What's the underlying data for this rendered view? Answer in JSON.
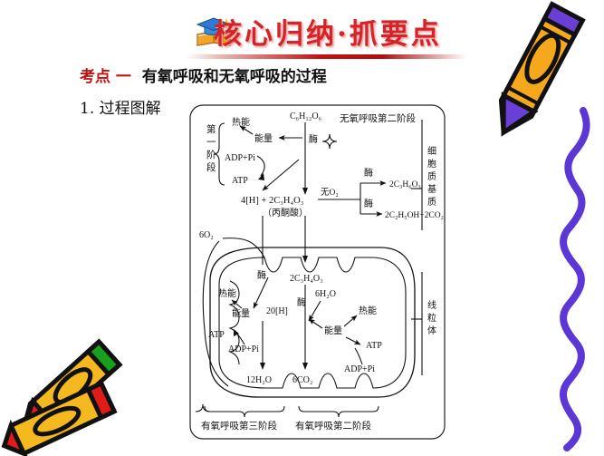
{
  "banner": {
    "title": "核心归纳·抓要点",
    "icon": "graduation-cap-book-icon",
    "title_color": "#d3242a",
    "rule_color": "#c0120f"
  },
  "heading": {
    "label": "考点",
    "number": "一",
    "text": "有氧呼吸和无氧呼吸的过程",
    "label_color": "#c0110e",
    "text_color": "#111111"
  },
  "subheading": "1. 过程图解",
  "figure": {
    "title": "respiration-process-diagram",
    "stage_labels": {
      "first_stage": "第一阶段",
      "anaerobic_second_stage": "无氧呼吸第二阶段",
      "cytoplasm": "细胞质基质",
      "mitochondrion": "线粒体",
      "aerobic_third_stage": "有氧呼吸第三阶段",
      "aerobic_second_stage": "有氧呼吸第二阶段"
    },
    "glycolysis": {
      "substrate": "C₆H₁₂O₆",
      "enzyme": "酶",
      "heat": "热能",
      "energy": "能量",
      "adp": "ADP+Pi",
      "atp": "ATP",
      "products": "4[H] + 2C₃H₄O₃",
      "products_note": "（丙酮酸）"
    },
    "anaerobic": {
      "condition": "无O₂",
      "enzyme_top": "酶",
      "enzyme_bottom": "酶",
      "product_lactate": "2C₃H₆O₃",
      "product_ethanol": "2C₂H₅OH+2CO₂"
    },
    "mitochondria": {
      "oxygen_in": "6O₂",
      "pyruvate_in": "2C₃H₄O₃",
      "enzyme_left": "酶",
      "enzyme_right": "酶",
      "water_in": "6H₂O",
      "reduced_h": "20[H]",
      "water_out": "12H₂O",
      "co2_out": "6CO₂",
      "left_heat": "热能",
      "left_energy": "能量",
      "left_atp": "ATP",
      "left_adp": "ADP+Pi",
      "right_heat": "热能",
      "right_energy": "能量",
      "right_atp": "ATP",
      "right_adp": "ADP+Pi"
    }
  },
  "decorations": {
    "crayon_top_right": {
      "name": "crayon-purple-tip",
      "body": "#f5a81c",
      "tip": "#6a3fd6"
    },
    "crayon_bottom_left_green": {
      "name": "crayon-green-tip",
      "body": "#f5b81e",
      "tip": "#17a01c"
    },
    "crayon_bottom_left_red": {
      "name": "crayon-red-tip",
      "body": "#f5b81e",
      "tip": "#e01b18"
    },
    "squiggle": {
      "name": "purple-squiggle-line",
      "color": "#5b37d6"
    }
  }
}
